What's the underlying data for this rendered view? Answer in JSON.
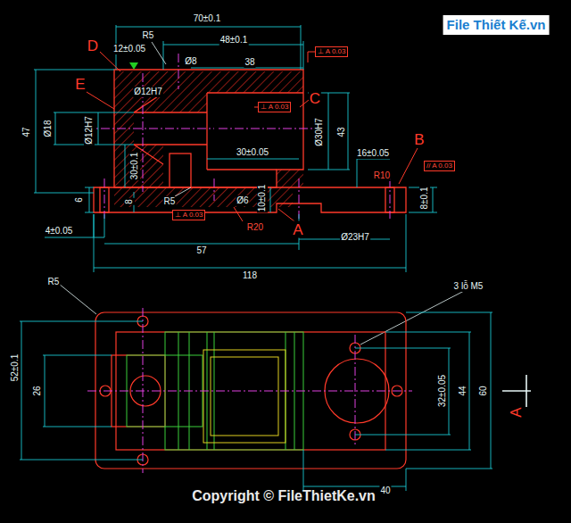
{
  "diagram": {
    "nodes": [
      {
        "text": [
          "⊥ A 0.03"
        ]
      },
      {
        "text": [
          "⊥ A 0.03"
        ]
      },
      {
        "text": [
          "⊥ A 0.03"
        ]
      },
      {
        "text": [
          "// A 0.03"
        ]
      }
    ],
    "labels": [
      "70±0.1",
      "R5",
      "48±0.1",
      "Ø8",
      "38",
      "12±0.05",
      "D",
      "E",
      "Ø12H7",
      "C",
      "47",
      "Ø18",
      "Ø12H7",
      "Ø30H7",
      "43",
      "30±0.05",
      "16±0.05",
      "B",
      "R10",
      "30±0.1",
      "6",
      "8",
      "R5",
      "Ø6",
      "10±0.1",
      "8±0.1",
      "R20",
      "A",
      "Ø23H7",
      "4±0.05",
      "57",
      "118",
      "R5",
      "3 lỗ M5",
      "52±0.1",
      "26",
      "32±0.05",
      "44",
      "60",
      "A",
      "40",
      "Copyright © FileThietKe.vn",
      "File Thiết Kế.vn"
    ]
  }
}
